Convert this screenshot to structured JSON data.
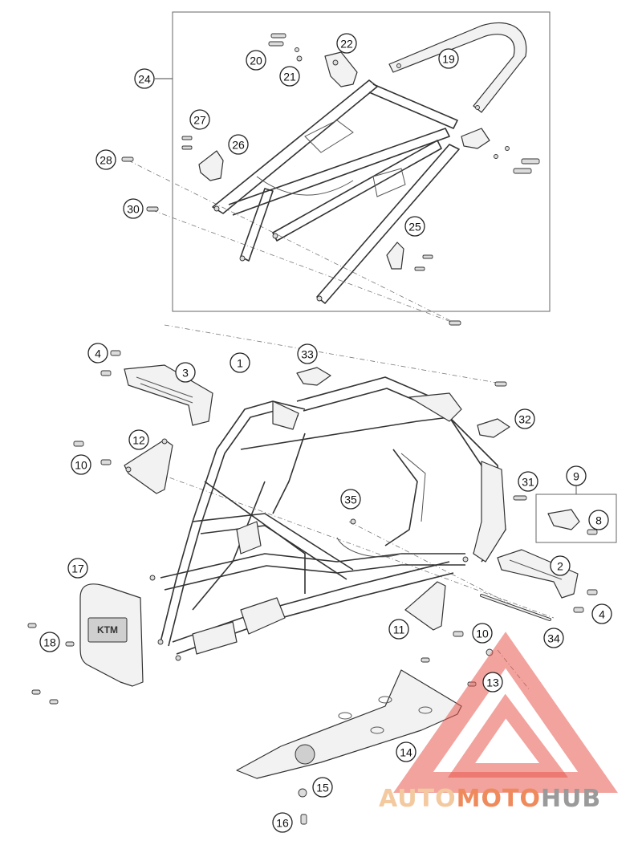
{
  "callouts": [
    "1",
    "2",
    "3",
    "4",
    "4",
    "8",
    "9",
    "10",
    "10",
    "11",
    "12",
    "13",
    "14",
    "15",
    "16",
    "17",
    "18",
    "19",
    "20",
    "21",
    "22",
    "24",
    "25",
    "26",
    "27",
    "28",
    "30",
    "31",
    "32",
    "33",
    "34",
    "35"
  ],
  "watermark": {
    "part1": "AUTO",
    "part2": "MOTO",
    "part3": "HUB",
    "colors": {
      "part1": "#f3c9a0",
      "part2": "#ef8a5c",
      "part3": "#9a9a9a",
      "triangle": "#e8584f"
    }
  },
  "icons": [
    "bolt-icon",
    "washer-icon",
    "nut-icon"
  ]
}
